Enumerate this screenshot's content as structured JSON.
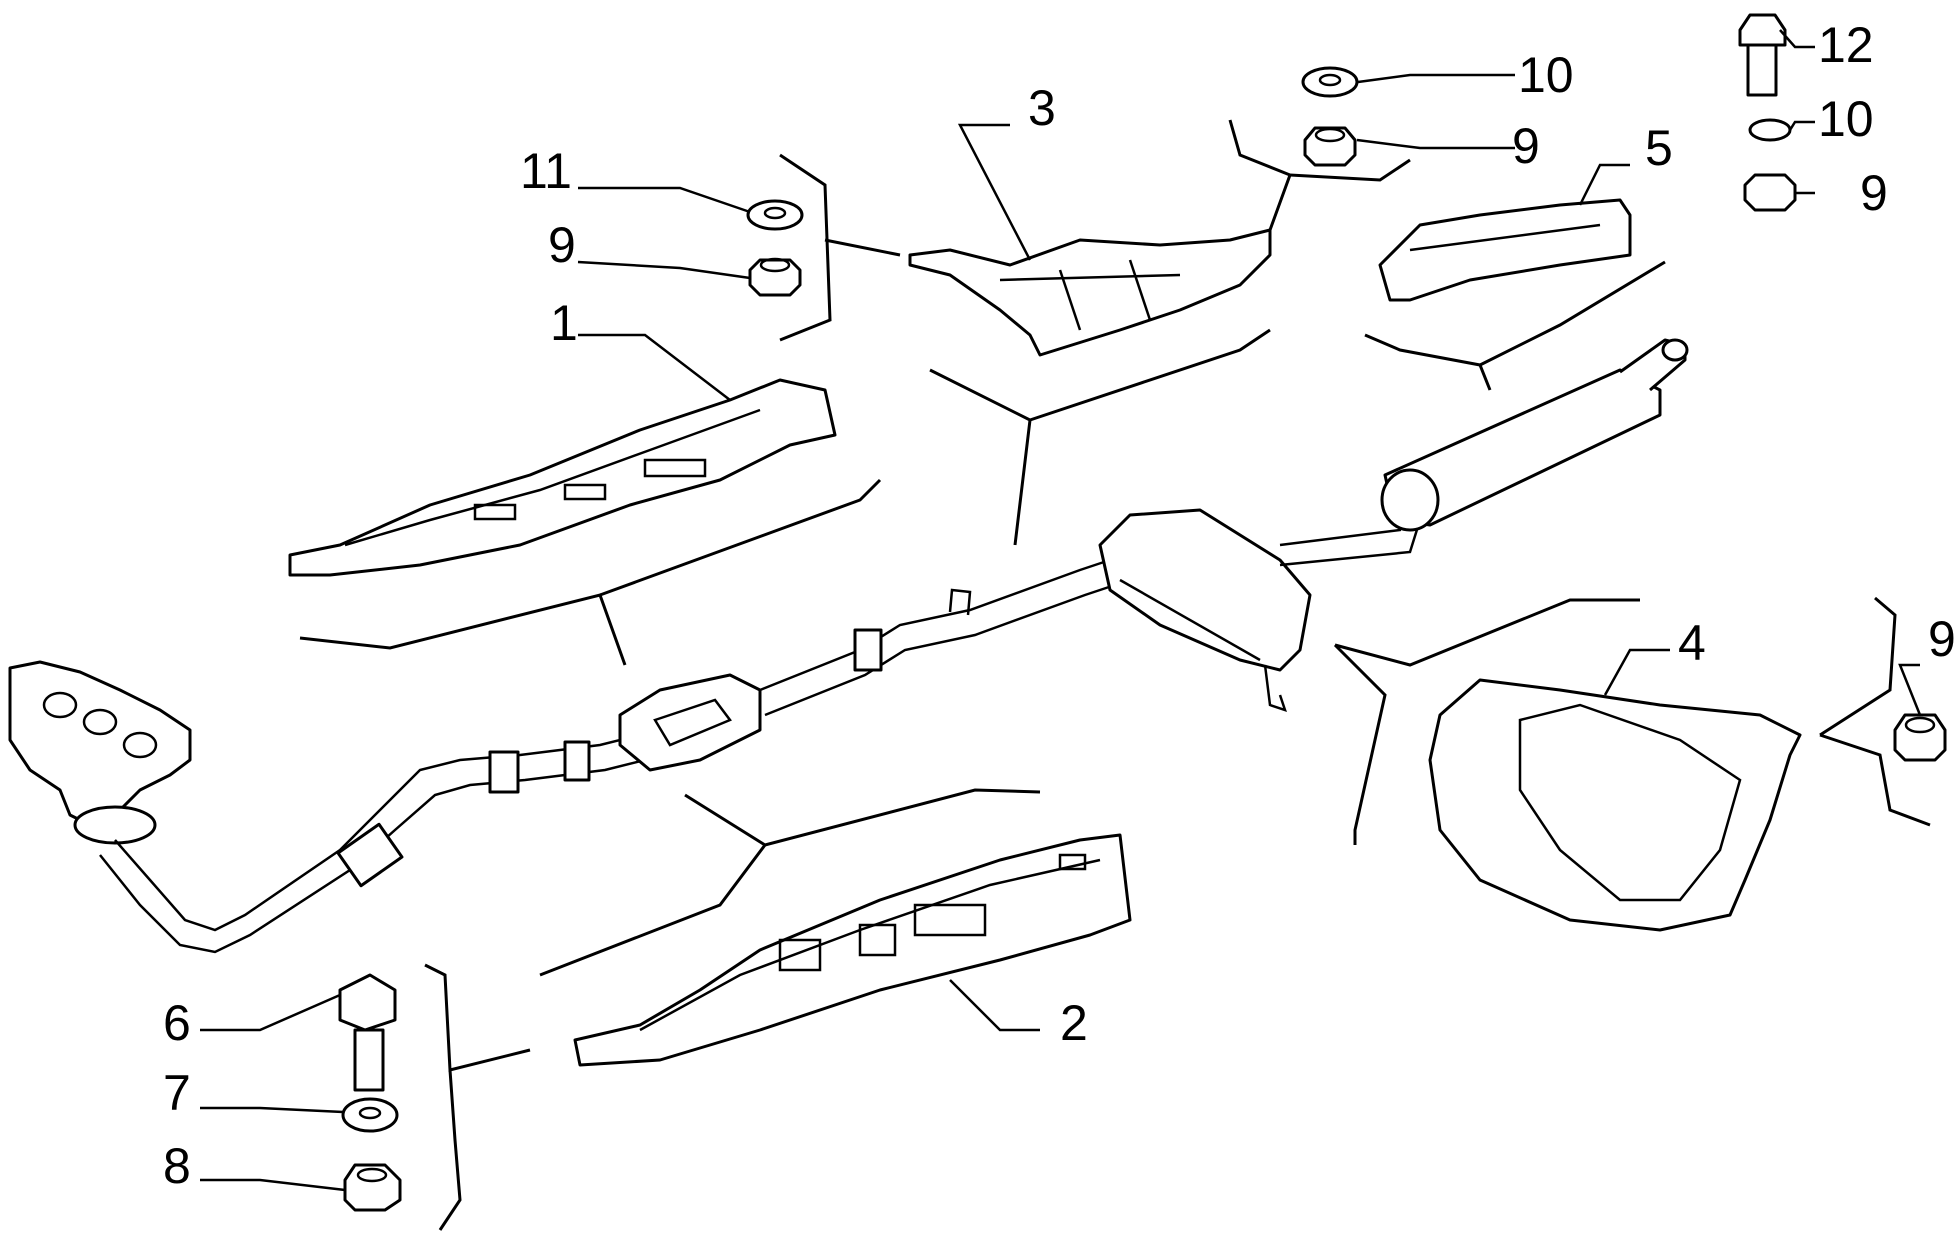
{
  "diagram": {
    "callouts": {
      "c1": "1",
      "c2": "2",
      "c3": "3",
      "c4": "4",
      "c5": "5",
      "c6": "6",
      "c7": "7",
      "c8": "8",
      "c9a": "9",
      "c9b": "9",
      "c9c": "9",
      "c9d": "9",
      "c10a": "10",
      "c10b": "10",
      "c11": "11",
      "c12": "12"
    }
  }
}
